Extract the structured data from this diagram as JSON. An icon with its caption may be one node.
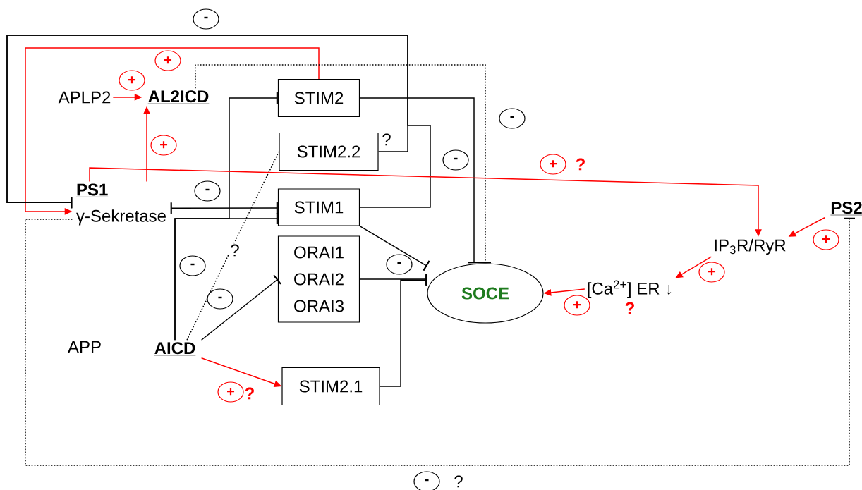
{
  "diagram": {
    "nodes": [
      {
        "text": [
          "APLP2"
        ]
      },
      {
        "text": [
          "AL2ICD"
        ]
      },
      {
        "text": [
          "STIM2"
        ]
      },
      {
        "text": [
          "STIM2.2"
        ]
      },
      {
        "text": [
          "PS1",
          "γ-Sekretase"
        ]
      },
      {
        "text": [
          "STIM1"
        ]
      },
      {
        "text": [
          "ORAI1 ORAI2 ORAI3"
        ]
      },
      {
        "text": [
          "SOCE"
        ]
      },
      {
        "text": [
          "IP$_{3}$R/RyR"
        ]
      },
      {
        "text": [
          "PS2"
        ]
      },
      {
        "text": [
          "[Ca$^{2+}$] ER ↓"
        ]
      },
      {
        "text": [
          "APP"
        ]
      },
      {
        "text": [
          "AICD"
        ]
      },
      {
        "text": [
          "STIM2.1"
        ]
      }
    ],
    "edges": [
      {
        "from": 0,
        "to": 1,
        "arrow": "to",
        "label": "+",
        "color": "#ff0000"
      },
      {
        "from": 4,
        "to": 1,
        "arrow": "to",
        "label": "+",
        "color": "#ff0000"
      },
      {
        "from": 2,
        "to": 4,
        "arrow": "to",
        "label": "+",
        "color": "#ff0000"
      },
      {
        "from": 3,
        "to": 4,
        "arrow": "other",
        "label": "-"
      },
      {
        "from": 1,
        "to": 7,
        "arrow": "other",
        "label": "-",
        "style": "dashed"
      },
      {
        "from": 2,
        "to": 7,
        "arrow": "other",
        "label": "-"
      },
      {
        "from": 5,
        "to": 4,
        "arrow": "other"
      },
      {
        "from": 4,
        "to": 5,
        "arrow": "other",
        "label": "-"
      },
      {
        "from": 12,
        "to": 2,
        "arrow": "other",
        "label": "-"
      },
      {
        "from": 12,
        "to": 5,
        "arrow": "other"
      },
      {
        "from": 12,
        "to": 6,
        "arrow": "other",
        "label": "-"
      },
      {
        "from": 12,
        "to": 13,
        "arrow": "to",
        "label": "+",
        "color": "#ff0000"
      },
      {
        "from": 12,
        "to": 3,
        "arrow": "none",
        "label": "?",
        "style": "dashed"
      },
      {
        "from": 5,
        "to": 7,
        "arrow": "other"
      },
      {
        "from": 6,
        "to": 7,
        "arrow": "other"
      },
      {
        "from": 13,
        "to": 7,
        "arrow": "other",
        "label": "-"
      },
      {
        "from": 4,
        "to": 8,
        "arrow": "to",
        "label": "+",
        "color": "#ff0000"
      },
      {
        "from": 9,
        "to": 8,
        "arrow": "to",
        "label": "+",
        "color": "#ff0000"
      },
      {
        "from": 8,
        "to": 10,
        "arrow": "to",
        "label": "+",
        "color": "#ff0000"
      },
      {
        "from": 10,
        "to": 7,
        "arrow": "to",
        "label": "+",
        "color": "#ff0000"
      },
      {
        "from": 4,
        "to": 9,
        "arrow": "other",
        "label": "-",
        "style": "dashed"
      }
    ],
    "labels": [
      "?",
      "?",
      "?",
      "?",
      "?"
    ]
  }
}
